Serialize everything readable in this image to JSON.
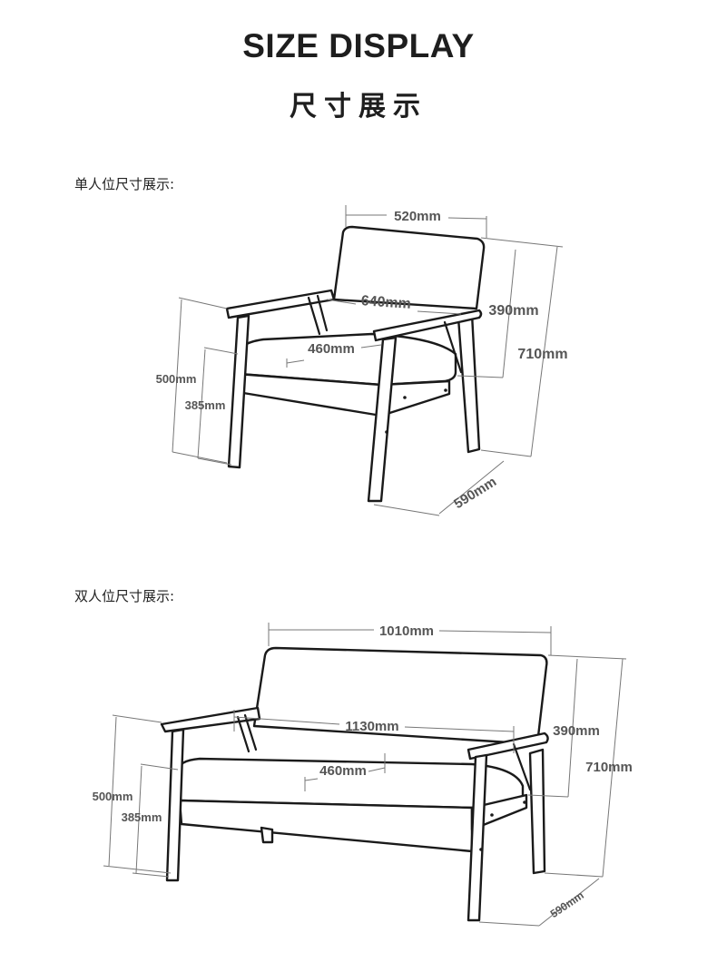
{
  "header": {
    "title_en": "SIZE DISPLAY",
    "title_zh": "尺寸展示"
  },
  "single": {
    "label": "单人位尺寸展示:",
    "dims": {
      "width": "520mm",
      "depth_arm": "640mm",
      "back_height": "390mm",
      "total_height": "710mm",
      "seat_depth": "460mm",
      "arm_height": "500mm",
      "seat_height": "385mm",
      "depth": "590mm"
    }
  },
  "double": {
    "label": "双人位尺寸展示:",
    "dims": {
      "width": "1010mm",
      "arm_width": "1130mm",
      "back_height": "390mm",
      "total_height": "710mm",
      "seat_depth": "460mm",
      "arm_height": "500mm",
      "seat_height": "385mm",
      "depth": "590mm"
    }
  }
}
